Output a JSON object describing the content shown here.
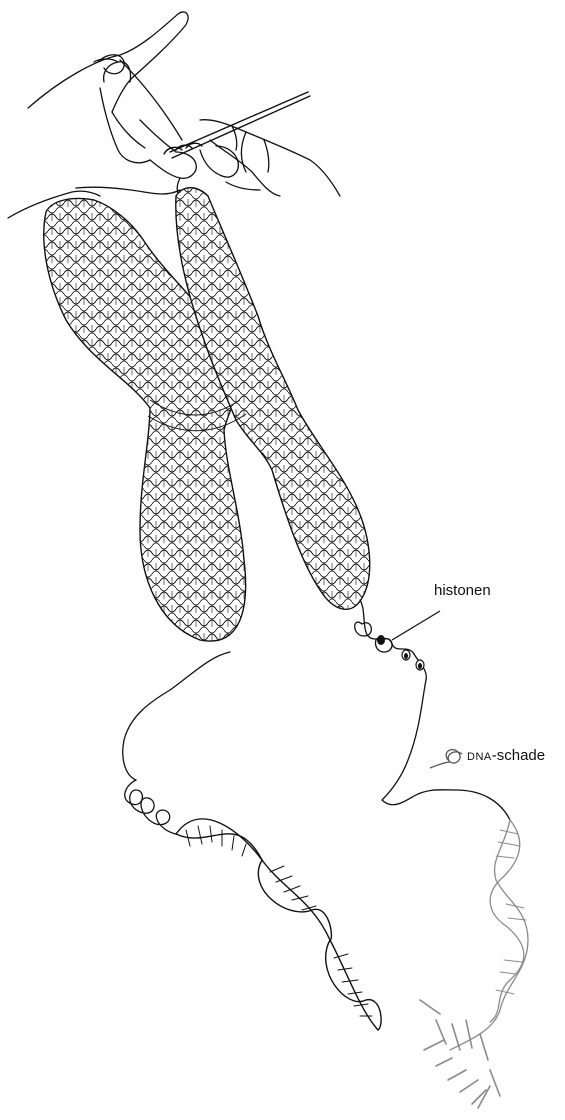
{
  "labels": {
    "histones": "histonen",
    "dna_damage_prefix": "DNA",
    "dna_damage_suffix": "-schade"
  },
  "colors": {
    "ink": "#111111",
    "damaged_dna": "#8a8a8a",
    "background": "#ffffff"
  },
  "icons": [
    "knitting-hands-icon",
    "knitting-needle-icon",
    "chromosome-icon",
    "dna-helix-icon",
    "dna-knot-icon"
  ]
}
